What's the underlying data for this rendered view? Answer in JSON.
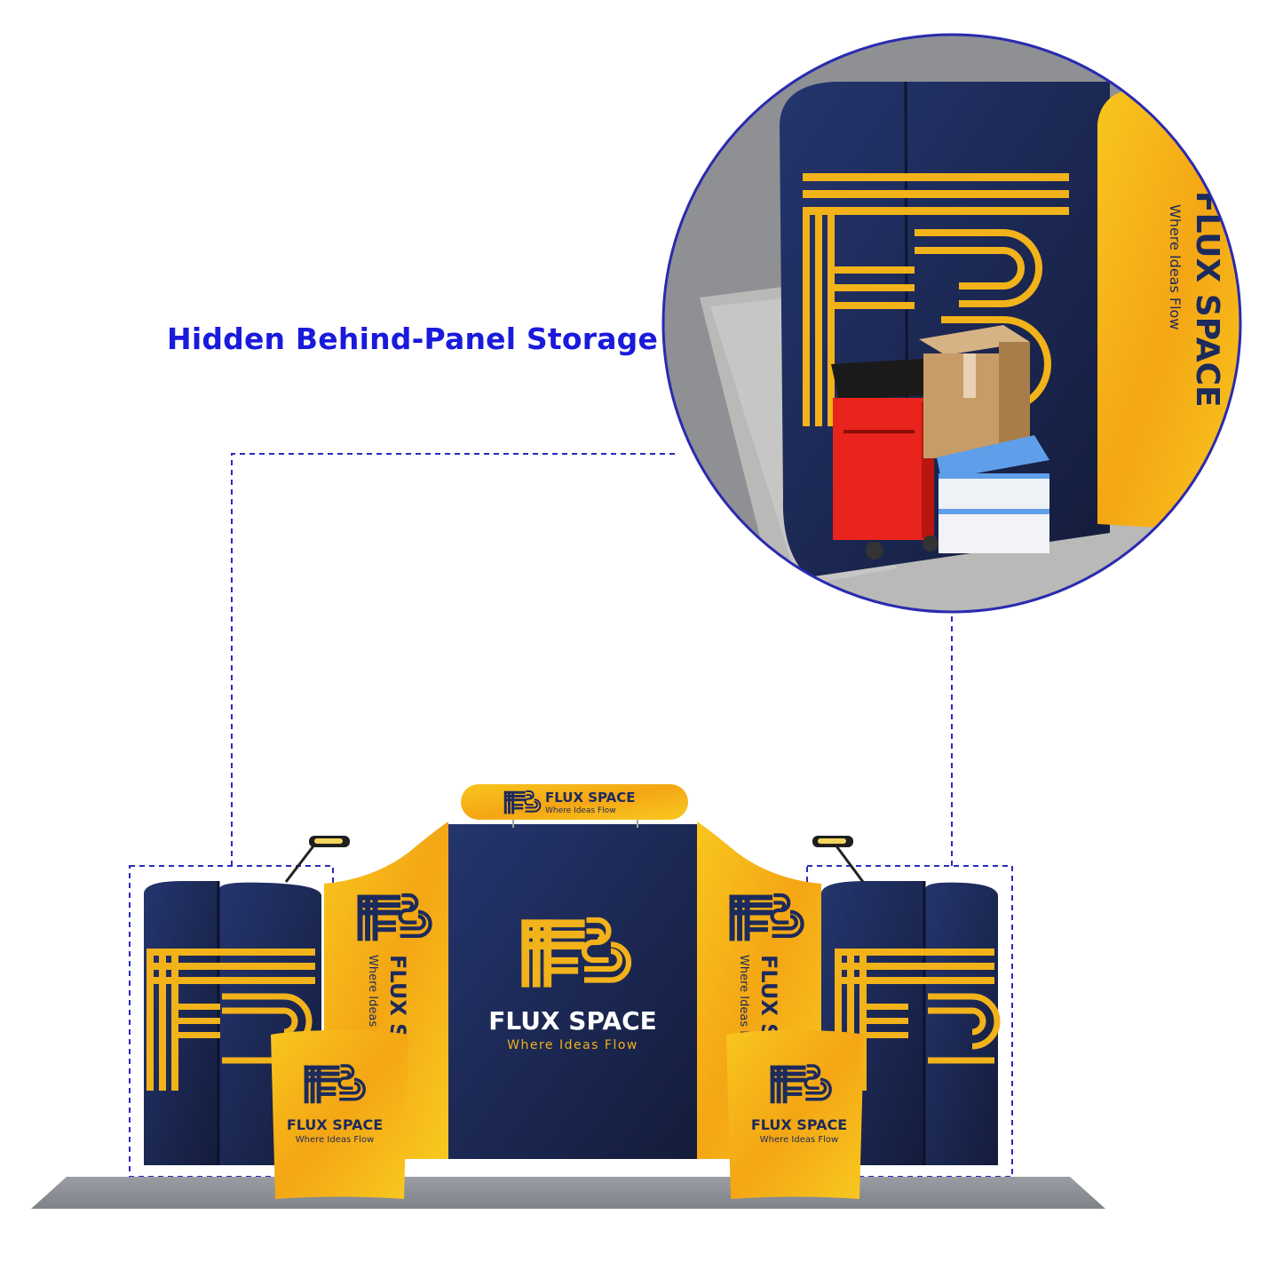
{
  "caption": "Hidden Behind-Panel Storage",
  "brand": {
    "name": "FLUX SPACE",
    "tagline": "Where Ideas Flow",
    "monogram": "FS",
    "colors": {
      "navy": "#1c2a5c",
      "yellow": "#f7c21b",
      "orange": "#f0a012",
      "guide": "#2a2ac0"
    }
  },
  "icons": {
    "lamp": "spotlight-lamp-icon",
    "logo": "fs-monogram-logo"
  }
}
